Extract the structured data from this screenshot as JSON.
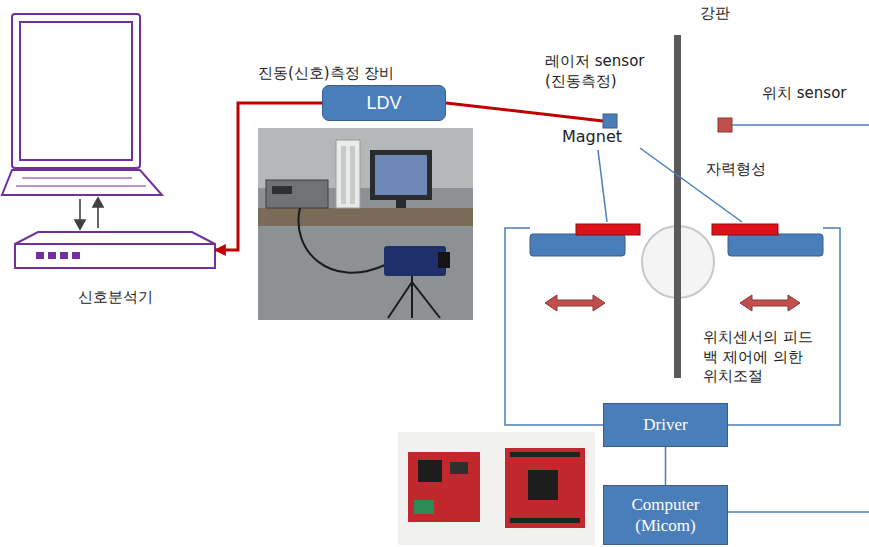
{
  "diagram": {
    "nodes": [
      {
        "text": [
          "LDV"
        ]
      },
      {
        "text": [
          "신호분석기"
        ]
      },
      {
        "text": [
          "Driver"
        ]
      },
      {
        "text": [
          "Computer (Micom)"
        ]
      }
    ],
    "edges": [
      {
        "from": 0,
        "to": 1,
        "arrow": "to"
      },
      {
        "from": 2,
        "to": 3,
        "arrow": "none"
      }
    ],
    "labels": [
      "강판",
      "진동(신호)측정 장비",
      "레이저 sensor (진동측정)",
      "위치 sensor",
      "Magnet",
      "자력형성",
      "위치센서의 피드백 제어에 의한 위치조절"
    ]
  }
}
